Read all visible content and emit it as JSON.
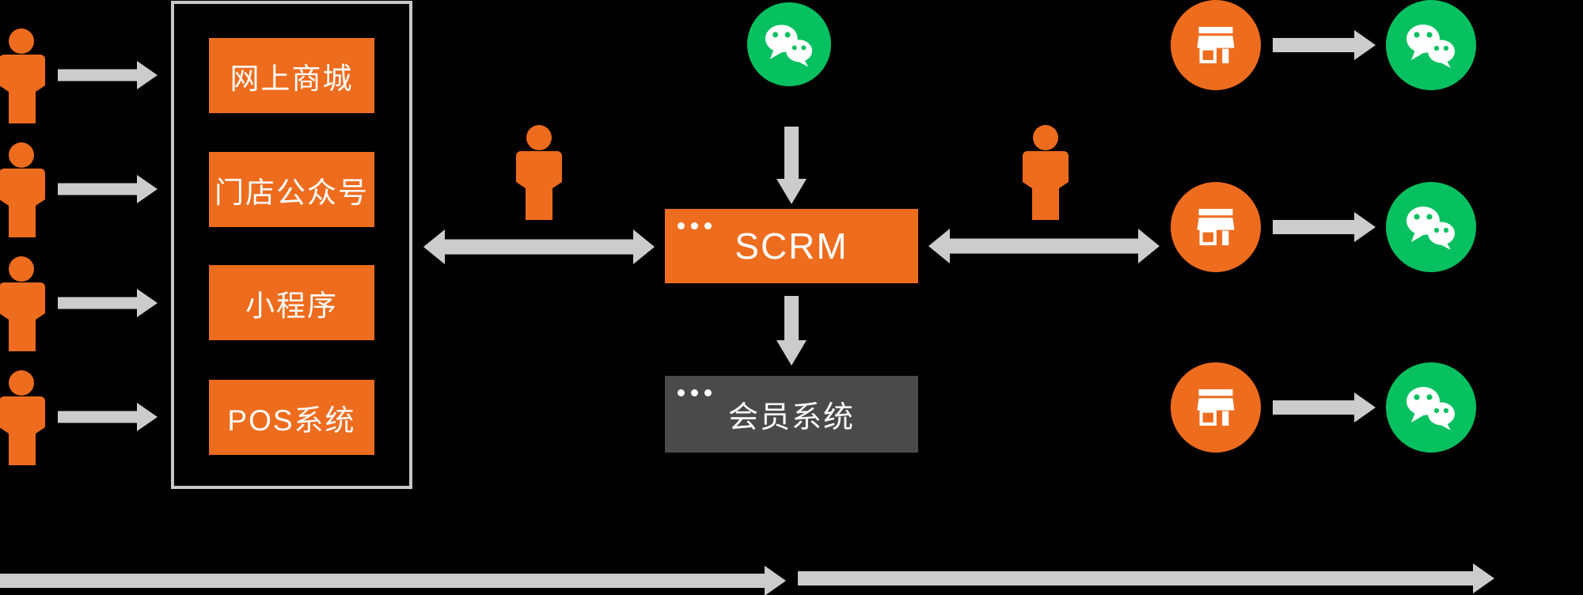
{
  "diagram": {
    "title_hint": "omnichannel-scrm-flow",
    "left": {
      "customer_icon": "person-icon",
      "channels": [
        {
          "label": "网上商城"
        },
        {
          "label": "门店公众号"
        },
        {
          "label": "小程序"
        },
        {
          "label": "POS系统"
        }
      ]
    },
    "center": {
      "top_icon": "wechat-icon",
      "scrm": {
        "label": "SCRM",
        "window_dots": 3
      },
      "member_system": {
        "label": "会员系统",
        "window_dots": 3
      },
      "staff_icon": "person-icon"
    },
    "right": {
      "staff_icon": "person-icon",
      "rows": [
        {
          "from_icon": "storefront-icon",
          "to_icon": "wechat-icon"
        },
        {
          "from_icon": "storefront-icon",
          "to_icon": "wechat-icon"
        },
        {
          "from_icon": "storefront-icon",
          "to_icon": "wechat-icon"
        }
      ]
    },
    "colors": {
      "orange": "#EE6C1E",
      "wechat_green": "#07C160",
      "arrow_gray": "#CCCCCC",
      "frame_border_gray": "#C8C8C8",
      "member_box_gray": "#4A4A4A",
      "text_white": "#FFFFFF",
      "background": "#000000"
    }
  }
}
